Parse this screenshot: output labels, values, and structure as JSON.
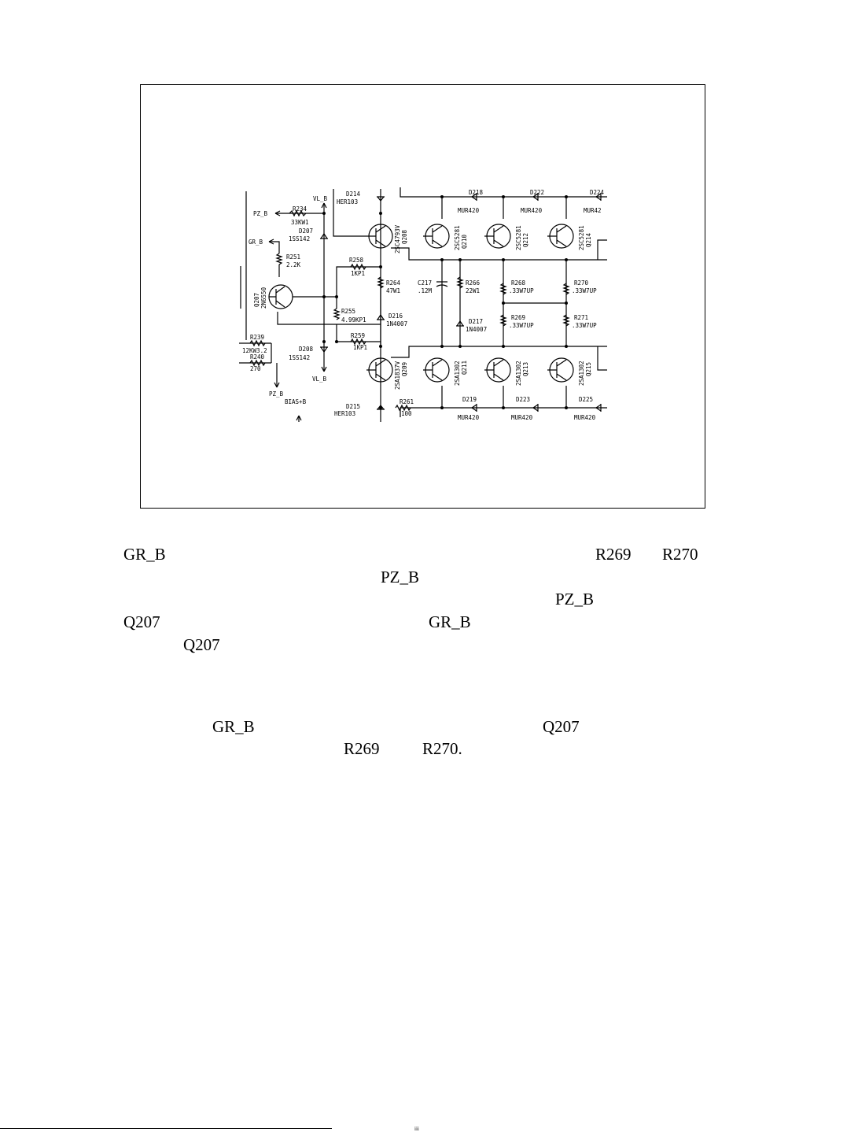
{
  "figure": {
    "schematic_labels": {
      "vl_b": "VL_B",
      "vl_b_bottom": "VL_B",
      "pz_b": "PZ_B",
      "pz_b_bottom": "PZ_B",
      "gr_b": "GR_B",
      "bias_b": "BIAS+B",
      "r234": "R234",
      "r234_val": "33KW1",
      "d207": "D207",
      "d207_type": "1SS142",
      "r251": "R251",
      "r251_val": "2.2K",
      "q207": "Q207",
      "q207_type": "2N6550",
      "r255": "R255",
      "r255_val": "4.99KP1",
      "r239": "R239",
      "r239_val": "12KW3.2",
      "r240": "R240",
      "r240_val": "270",
      "d208": "D208",
      "d208_type": "1SS142",
      "d214": "D214",
      "d214_type": "HER103",
      "d215": "D215",
      "d215_type": "HER103",
      "r258": "R258",
      "r258_val": "1KP1",
      "r259": "R259",
      "r259_val": "1KP1",
      "q208": "Q208",
      "q208_type": "2SC4793V",
      "q209": "Q209",
      "q209_type": "2SA1837V",
      "r264": "R264",
      "r264_val": "47W1",
      "d216": "D216",
      "d216_type": "1N4007",
      "c217": "C217",
      "c217_val": ".12M",
      "r266": "R266",
      "r266_val": "22W1",
      "d217": "D217",
      "d217_type": "1N4007",
      "r261": "R261",
      "r261_val": "100",
      "q210": "Q210",
      "q210_type": "2SC5281",
      "q211": "Q211",
      "q211_type": "2SA1302",
      "d218": "D218",
      "d218_type": "MUR420",
      "d219": "D219",
      "d219_type": "MUR420",
      "q212": "Q212",
      "q212_type": "2SC5281",
      "q213": "Q213",
      "q213_type": "2SA1302",
      "d222": "D222",
      "d222_type": "MUR420",
      "d223": "D223",
      "d223_type": "MUR420",
      "r268": "R268",
      "r268_val": ".33W7UP",
      "r269": "R269",
      "r269_val": ".33W7UP",
      "q214": "Q214",
      "q214_type": "2SC5281",
      "q215": "Q215",
      "q215_type": "2SA1302",
      "d224": "D224",
      "d224_type": "MUR42",
      "d225": "D225",
      "d225_type": "MUR420",
      "r270": "R270",
      "r270_val": ".33W7UP",
      "r271": "R271",
      "r271_val": ".33W7UP"
    }
  },
  "text_tokens": {
    "t1": "GR_B",
    "t2": "R269",
    "t3": "R270",
    "t4": "PZ_B",
    "t5": "PZ_B",
    "t6": "Q207",
    "t7": "GR_B",
    "t8": "Q207",
    "t9": "GR_B",
    "t10": "Q207",
    "t11": "R269",
    "t12": "R270."
  },
  "footer": {
    "mark": "iii"
  }
}
